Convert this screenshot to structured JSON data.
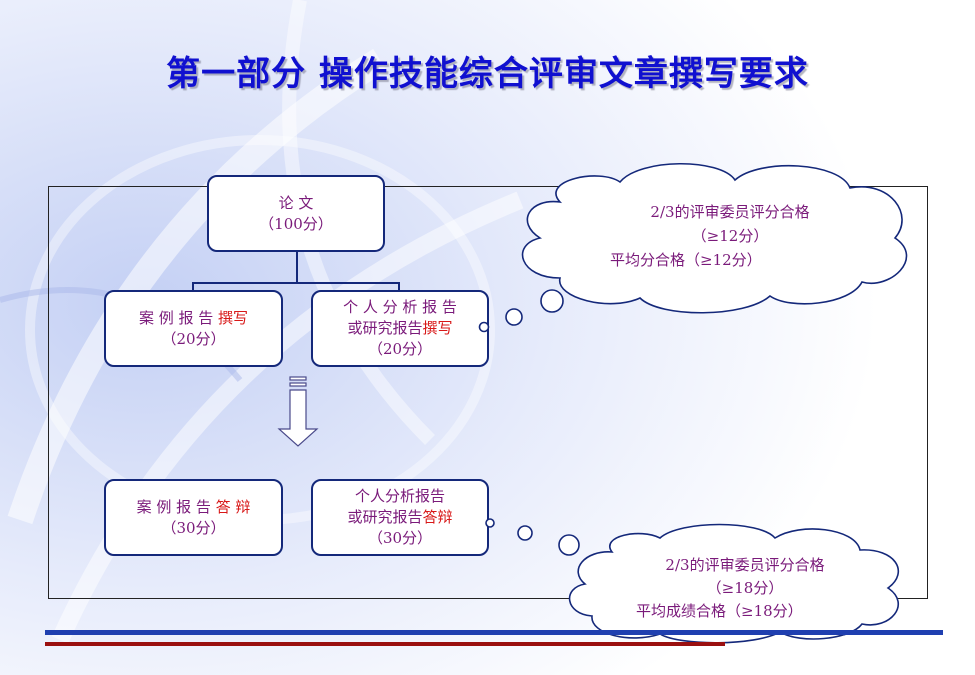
{
  "title": "第一部分  操作技能综合评审文章撰写要求",
  "diagram": {
    "paper_box": {
      "line1": "论 文",
      "line2": "（100分）"
    },
    "case_report_write": {
      "prefix": "案 例 报 告 ",
      "highlight": "撰写",
      "score": "（20分）"
    },
    "analysis_report_write": {
      "line1": "个 人 分 析 报 告",
      "prefix": "或研究报告",
      "highlight": "撰写",
      "score": "（20分）"
    },
    "case_report_defense": {
      "prefix": "案 例 报 告 ",
      "highlight": "答 辩",
      "score": "（30分）"
    },
    "analysis_report_defense": {
      "line1": "个人分析报告",
      "prefix": "或研究报告",
      "highlight": "答辩",
      "score": "（30分）"
    },
    "cloud_top": {
      "line1": "2/3的评审委员评分合格",
      "line2": "（≥12分）",
      "line3": "平均分合格（≥12分）"
    },
    "cloud_bottom": {
      "line1": "2/3的评审委员评分合格",
      "line2": "（≥18分）",
      "line3": "平均成绩合格（≥18分）"
    }
  },
  "colors": {
    "title": "#1010d0",
    "box_border": "#14287a",
    "text": "#7a1a7a",
    "highlight": "#d81818",
    "line_blue": "#1f3fb0",
    "line_red": "#9a1010"
  }
}
